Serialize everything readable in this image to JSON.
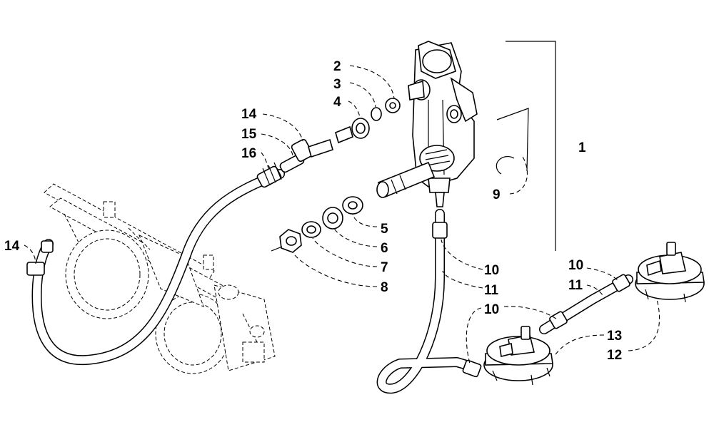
{
  "diagram": {
    "type": "exploded-parts-diagram",
    "callouts": [
      "1",
      "2",
      "3",
      "4",
      "5",
      "6",
      "7",
      "8",
      "9",
      "10",
      "10",
      "10",
      "11",
      "11",
      "12",
      "13",
      "14",
      "14",
      "15",
      "16"
    ]
  }
}
